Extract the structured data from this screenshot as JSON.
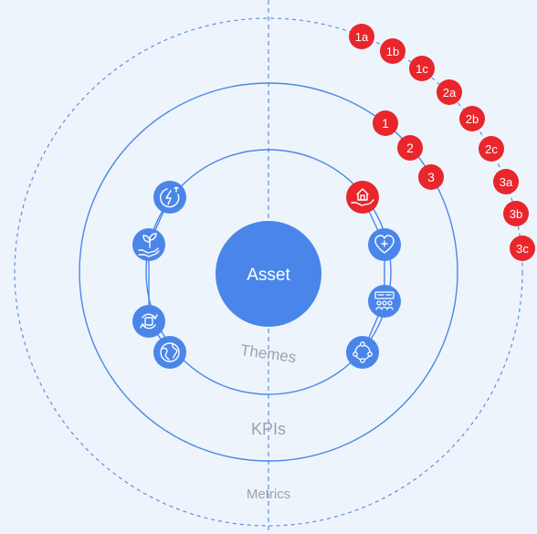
{
  "center": {
    "label": "Asset"
  },
  "rings": {
    "themes": {
      "label": "Themes"
    },
    "kpis": {
      "label": "KPIs"
    },
    "metrics": {
      "label": "Metrics"
    }
  },
  "colors": {
    "background": "#eef4fb",
    "primary_blue": "#4a86ea",
    "highlight_red": "#e8262b",
    "label_gray": "#9aa3ad",
    "ring_stroke": "#5b8fe6"
  },
  "theme_icons": {
    "left": [
      {
        "icon": "energy-lightning-icon"
      },
      {
        "icon": "hand-plant-icon"
      },
      {
        "icon": "recycle-icon"
      },
      {
        "icon": "globe-icon"
      }
    ],
    "right": [
      {
        "icon": "house-in-hand-icon",
        "highlighted": true
      },
      {
        "icon": "heart-plus-icon"
      },
      {
        "icon": "classroom-people-icon"
      },
      {
        "icon": "community-network-icon"
      }
    ]
  },
  "kpi_badges": [
    {
      "label": "1"
    },
    {
      "label": "2"
    },
    {
      "label": "3"
    }
  ],
  "metric_badges": [
    {
      "label": "1a"
    },
    {
      "label": "1b"
    },
    {
      "label": "1c"
    },
    {
      "label": "2a"
    },
    {
      "label": "2b"
    },
    {
      "label": "2c"
    },
    {
      "label": "3a"
    },
    {
      "label": "3b"
    },
    {
      "label": "3c"
    }
  ]
}
